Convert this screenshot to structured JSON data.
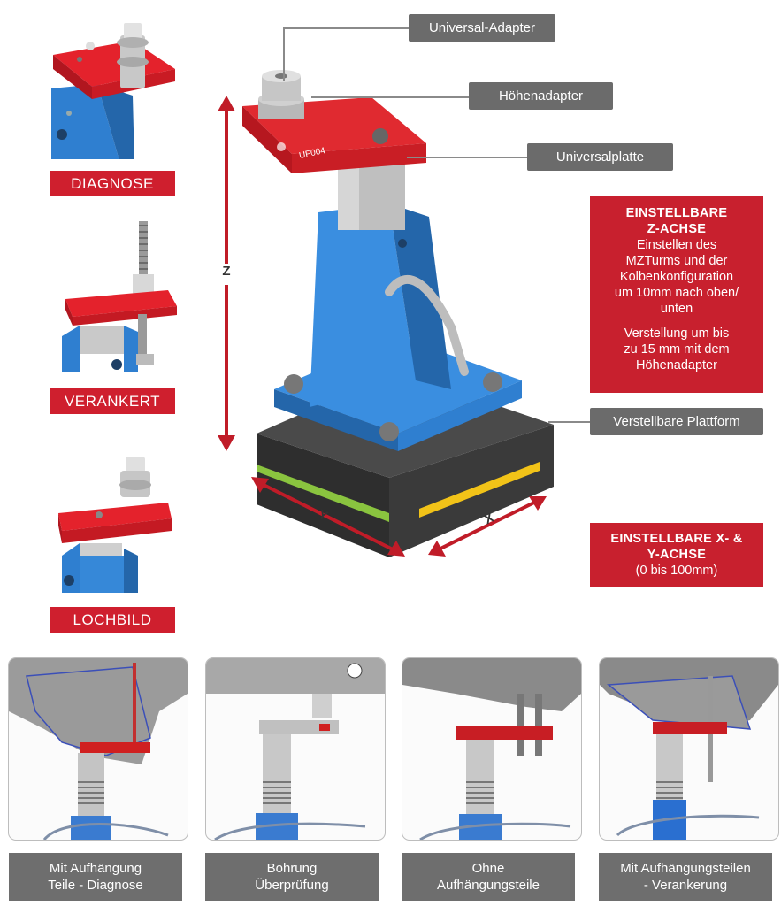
{
  "thumbnails": [
    {
      "label": "DIAGNOSE"
    },
    {
      "label": "VERANKERT"
    },
    {
      "label": "LOCHBILD"
    }
  ],
  "callouts": {
    "universal_adapter": "Universal-Adapter",
    "height_adapter": "Höhenadapter",
    "universal_plate": "Universalplatte",
    "platform": "Verstellbare Plattform"
  },
  "axes": {
    "z": "Z",
    "x": "X",
    "y": "Y"
  },
  "plate_text": "UF004",
  "z_axis_box": {
    "title_line1": "EINSTELLBARE",
    "title_line2": "Z-ACHSE",
    "body1_line1": "Einstellen des",
    "body1_line2": "MZTurms und der",
    "body1_line3": "Kolbenkonfiguration",
    "body1_line4": "um 10mm nach oben/",
    "body1_line5": "unten",
    "body2_line1": "Verstellung um bis",
    "body2_line2": "zu 15 mm mit dem",
    "body2_line3": "Höhenadapter"
  },
  "xy_axis_box": {
    "title_line1": "EINSTELLBARE X- &",
    "title_line2": "Y-ACHSE",
    "body": "(0 bis 100mm)"
  },
  "panels": [
    {
      "line1": "Mit Aufhängung",
      "line2": "Teile - Diagnose"
    },
    {
      "line1": "Bohrung",
      "line2": "Überprüfung"
    },
    {
      "line1": "Ohne",
      "line2": "Aufhängungsteile"
    },
    {
      "line1": "Mit Aufhängungsteilen",
      "line2": "- Verankerung"
    }
  ]
}
